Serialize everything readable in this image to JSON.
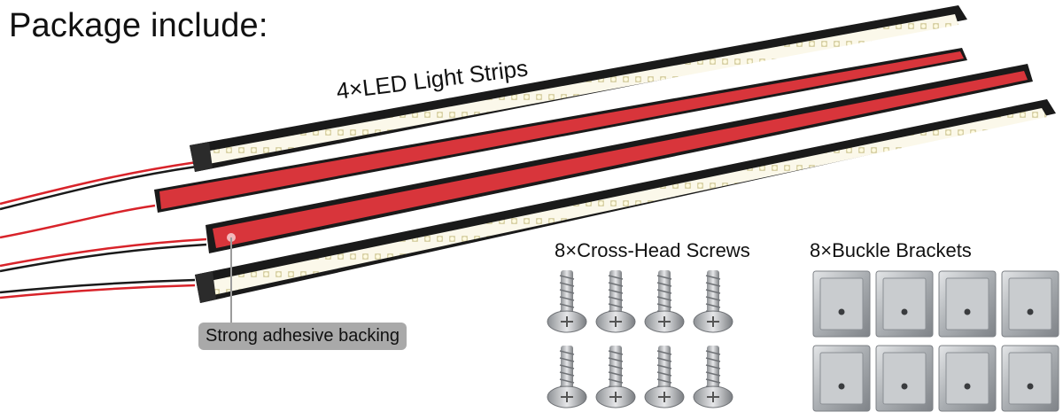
{
  "title": "Package include:",
  "labels": {
    "strips": "4×LED Light Strips",
    "screws": "8×Cross-Head Screws",
    "brackets": "8×Buckle Brackets",
    "adhesive": "Strong adhesive backing"
  },
  "colors": {
    "housing": "#1a1a1a",
    "adhesive": "#d8353b",
    "wire_red": "#d8232a",
    "wire_black": "#1a1a1a",
    "led": "#f4efd6",
    "metal": "#b9bcbf",
    "callout": "#a9a9a9"
  },
  "icons": [
    "led-strip",
    "adhesive-backing",
    "screw",
    "bracket"
  ]
}
